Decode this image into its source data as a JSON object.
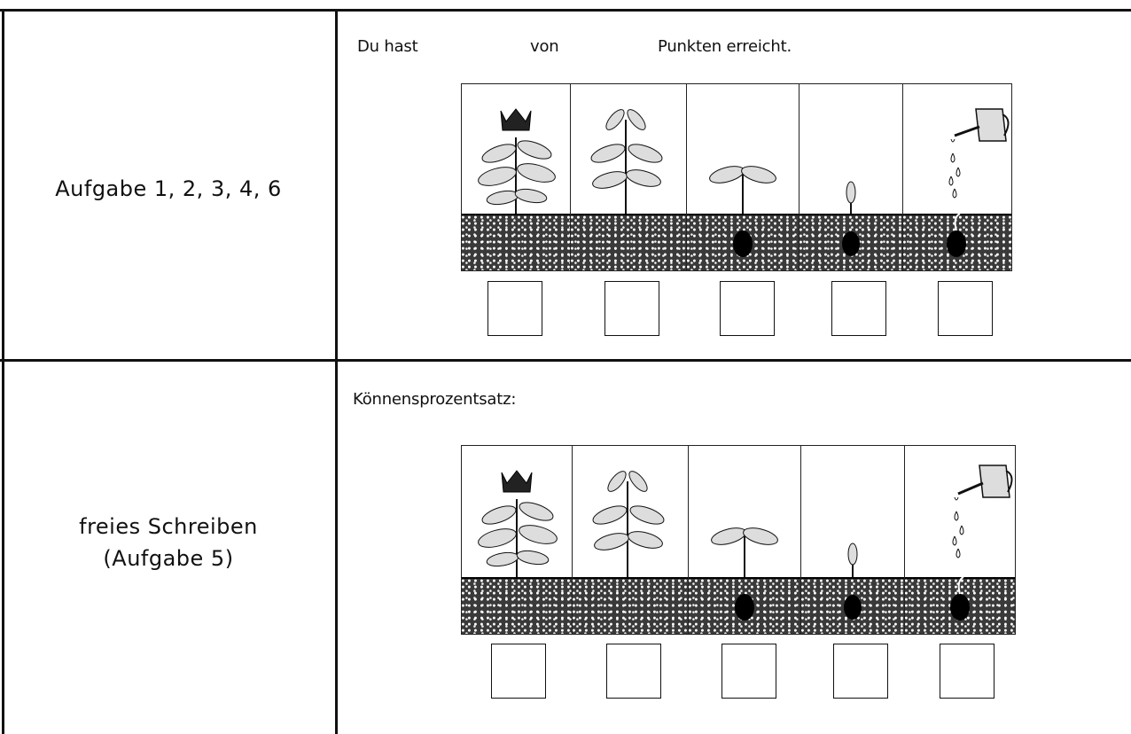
{
  "rows": [
    {
      "left_label_lines": [
        "Aufgabe 1, 2, 3, 4, 6"
      ],
      "header": {
        "part1": "Du hast",
        "part2": "von",
        "part3": "Punkten erreicht."
      }
    },
    {
      "left_label_lines": [
        "freies Schreiben",
        "(Aufgabe 5)"
      ],
      "header": {
        "part1": "Könnensprozentsatz:"
      }
    }
  ],
  "growth_stages": [
    "flower",
    "leafy-plant",
    "sprout-two-leaves",
    "small-sprout",
    "seed-watering"
  ],
  "colors": {
    "ink": "#111111",
    "soil": "#3a3a3a"
  }
}
